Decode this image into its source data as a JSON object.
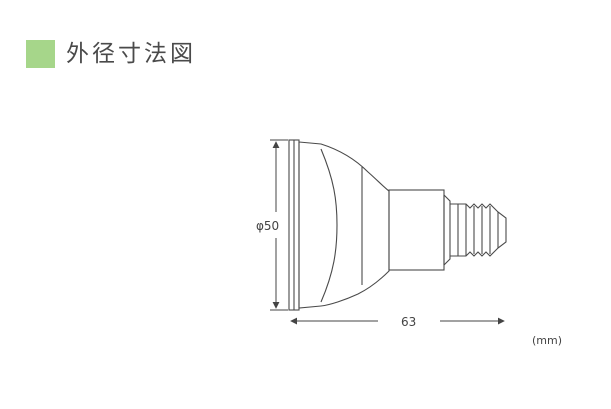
{
  "section": {
    "title": "外径寸法図",
    "accent_color": "#a6d68a"
  },
  "dimensions": {
    "diameter_label": "φ50",
    "length_label": "63",
    "unit_label": "(mm)"
  },
  "colors": {
    "outline": "#4a4a4a",
    "dimension_line": "#444444"
  }
}
